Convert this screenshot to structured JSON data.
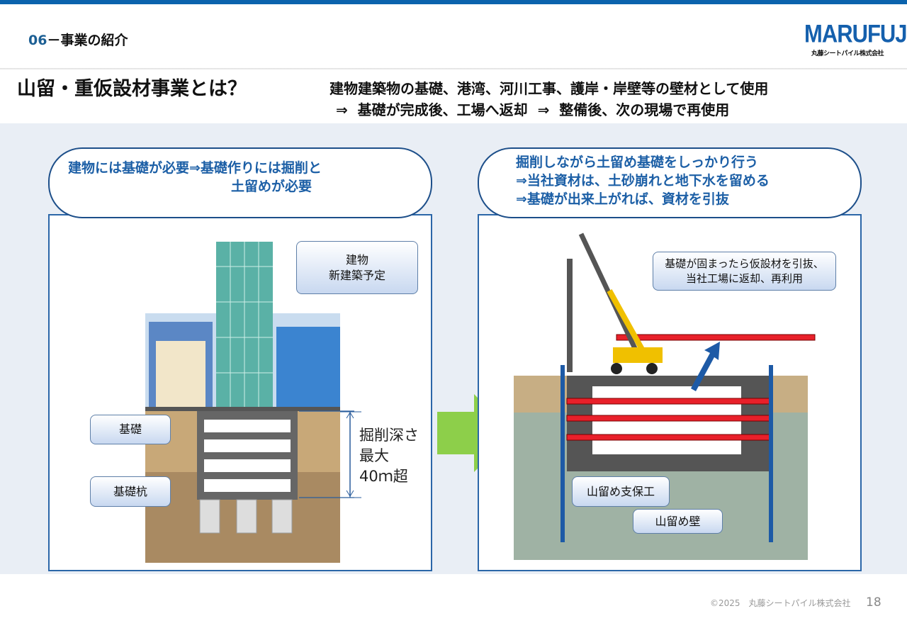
{
  "header": {
    "section_number": "06",
    "section_sep": "－",
    "section_title": "事業の紹介",
    "logo_text": "MARUFUJI",
    "logo_sub": "丸藤シートパイル株式会社"
  },
  "title": "山留・重仮設材事業とは？",
  "description": {
    "line1": "建物建築物の基礎、港湾、河川工事、護岸・岸壁等の壁材として使用",
    "line2": "⇒  基礎が完成後、工場へ返却  ⇒  整備後、次の現場で再使用"
  },
  "left": {
    "bubble_line1": "建物には基礎が必要⇒基礎作りには掘削と",
    "bubble_line2": "土留めが必要",
    "callout_building": "建物\n新建築予定",
    "callout_building_l1": "建物",
    "callout_building_l2": "新建築予定",
    "callout_foundation": "基礎",
    "callout_pile": "基礎杭",
    "depth_l1": "掘削深さ",
    "depth_l2": "最大",
    "depth_l3": "40ｍ超"
  },
  "right": {
    "bubble_line1": "掘削しながら土留め基礎をしっかり行う",
    "bubble_line2": "⇒当社資材は、土砂崩れと地下水を留める",
    "bubble_line3": "⇒基礎が出来上がれば、資材を引抜",
    "callout_l1": "基礎が固まったら仮設材を引抜、",
    "callout_l2": "当社工場に返却、再利用",
    "label_support": "山留め支保工",
    "label_wall": "山留め壁"
  },
  "footer": {
    "copyright": "©2025　丸藤シートパイル株式会社",
    "page": "18"
  },
  "colors": {
    "brand": "#0b63ad",
    "bubble_text": "#1c5fa6",
    "arrow": "#8dcf4a",
    "beam": "#e8202a"
  }
}
